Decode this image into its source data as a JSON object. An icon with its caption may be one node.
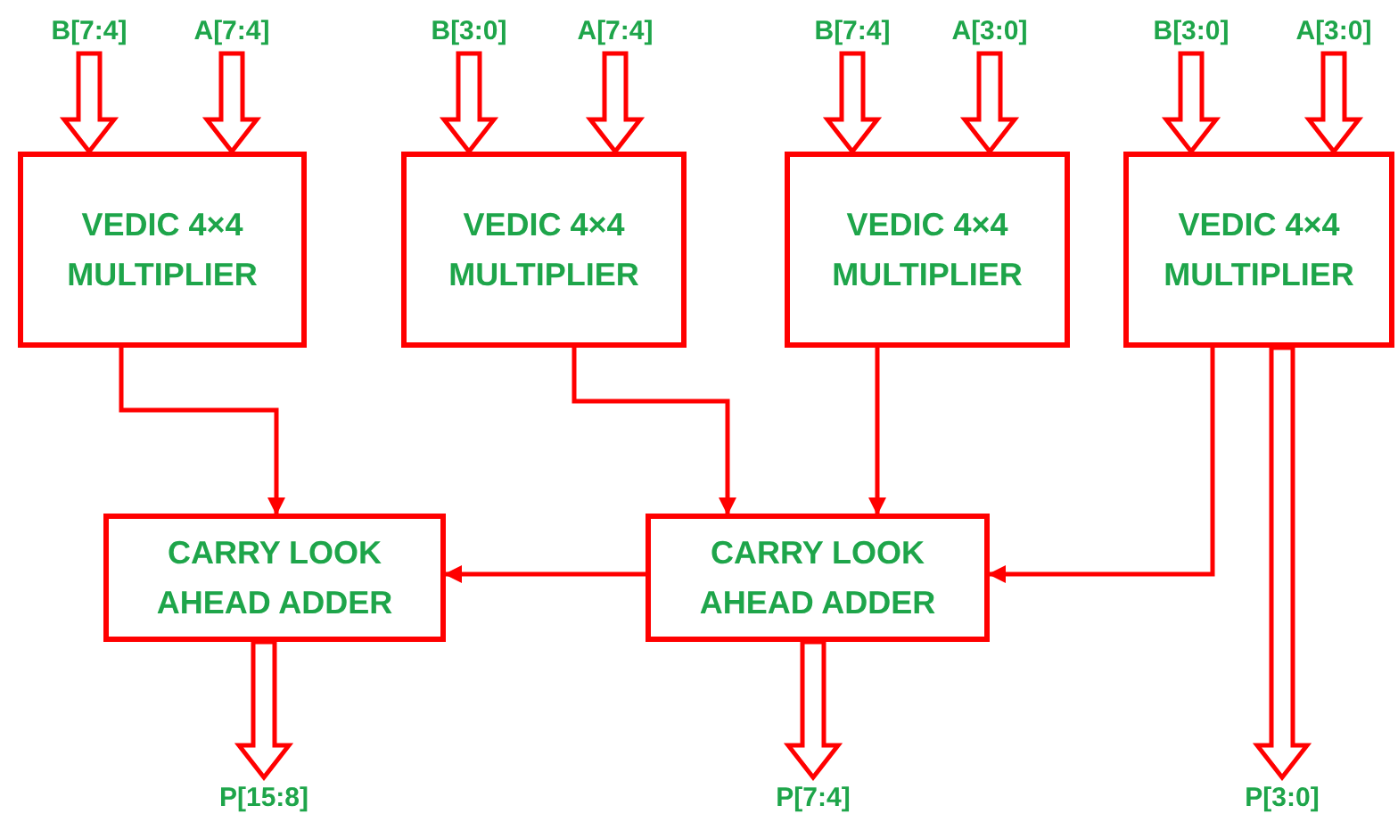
{
  "diagram": {
    "nodes": [
      {
        "text": [
          "B[7:4]"
        ]
      },
      {
        "text": [
          "A[7:4]"
        ]
      },
      {
        "text": [
          "B[3:0]"
        ]
      },
      {
        "text": [
          "A[7:4]"
        ]
      },
      {
        "text": [
          "B[7:4]"
        ]
      },
      {
        "text": [
          "A[3:0]"
        ]
      },
      {
        "text": [
          "B[3:0]"
        ]
      },
      {
        "text": [
          "A[3:0]"
        ]
      },
      {
        "text": [
          "VEDIC 4×4 MULTIPLIER"
        ]
      },
      {
        "text": [
          "VEDIC 4×4 MULTIPLIER"
        ]
      },
      {
        "text": [
          "VEDIC 4×4 MULTIPLIER"
        ]
      },
      {
        "text": [
          "VEDIC 4×4 MULTIPLIER"
        ]
      },
      {
        "text": [
          "CARRY LOOK AHEAD ADDER"
        ]
      },
      {
        "text": [
          "CARRY LOOK AHEAD ADDER"
        ]
      },
      {
        "text": [
          "P[15:8]"
        ]
      },
      {
        "text": [
          "P[7:4]"
        ]
      },
      {
        "text": [
          "P[3:0]"
        ]
      }
    ],
    "edges": [
      {
        "from": 0,
        "to": 8,
        "arrow": "to",
        "style": "thick"
      },
      {
        "from": 1,
        "to": 8,
        "arrow": "to",
        "style": "thick"
      },
      {
        "from": 2,
        "to": 9,
        "arrow": "to",
        "style": "thick"
      },
      {
        "from": 3,
        "to": 9,
        "arrow": "to",
        "style": "thick"
      },
      {
        "from": 4,
        "to": 10,
        "arrow": "to",
        "style": "thick"
      },
      {
        "from": 5,
        "to": 10,
        "arrow": "to",
        "style": "thick"
      },
      {
        "from": 6,
        "to": 11,
        "arrow": "to",
        "style": "thick"
      },
      {
        "from": 7,
        "to": 11,
        "arrow": "to",
        "style": "thick"
      },
      {
        "from": 8,
        "to": 12,
        "arrow": "to"
      },
      {
        "from": 9,
        "to": 13,
        "arrow": "to"
      },
      {
        "from": 10,
        "to": 13,
        "arrow": "to"
      },
      {
        "from": 11,
        "to": 13,
        "arrow": "to"
      },
      {
        "from": 13,
        "to": 12,
        "arrow": "to"
      },
      {
        "from": 12,
        "to": 14,
        "arrow": "to",
        "style": "thick"
      },
      {
        "from": 13,
        "to": 15,
        "arrow": "to",
        "style": "thick"
      },
      {
        "from": 11,
        "to": 16,
        "arrow": "to",
        "style": "thick"
      }
    ]
  }
}
